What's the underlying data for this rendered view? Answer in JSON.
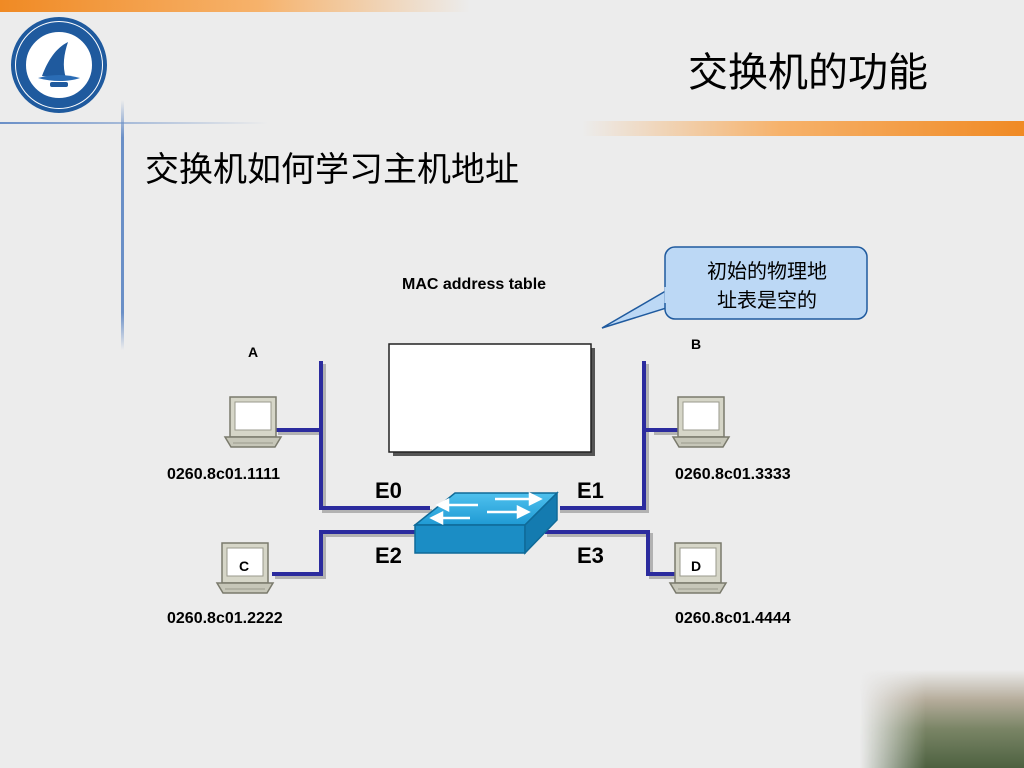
{
  "page": {
    "title": "交换机的功能",
    "subtitle": "交换机如何学习主机地址"
  },
  "diagram": {
    "table_label": "MAC address table",
    "callout_line1": "初始的物理地",
    "callout_line2": "址表是空的",
    "hosts": {
      "a": {
        "name": "A",
        "mac": "0260.8c01.1111"
      },
      "b": {
        "name": "B",
        "mac": "0260.8c01.3333"
      },
      "c": {
        "name": "C",
        "mac": "0260.8c01.2222"
      },
      "d": {
        "name": "D",
        "mac": "0260.8c01.4444"
      }
    },
    "ports": {
      "e0": "E0",
      "e1": "E1",
      "e2": "E2",
      "e3": "E3"
    }
  },
  "colors": {
    "accent_orange": "#f08a24",
    "deco_blue": "#6a8fc7",
    "link_blue": "#2b2b9e",
    "switch_blue": "#1a8ec4",
    "callout_fill": "#bcd8f5"
  },
  "icons": {
    "computer": "computer-icon",
    "switch": "switch-icon",
    "logo": "college-logo-icon"
  }
}
